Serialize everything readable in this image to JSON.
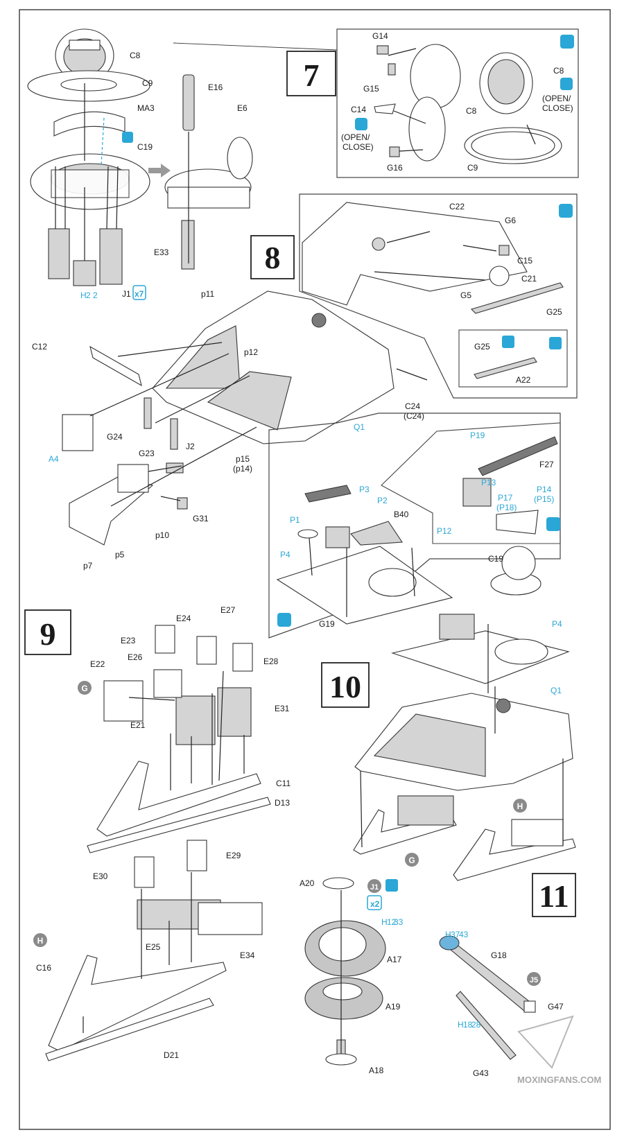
{
  "steps": [
    {
      "number": "7"
    },
    {
      "number": "8"
    },
    {
      "number": "9"
    },
    {
      "number": "10"
    },
    {
      "number": "11"
    }
  ],
  "labels": {
    "s7": {
      "C8": "C8",
      "C9": "C9",
      "MA3": "MA3",
      "C19": "C19",
      "E16": "E16",
      "E6": "E6",
      "E33": "E33",
      "J1": "J1",
      "J1_qty": "x7",
      "H_ref_a": "H",
      "H_ref_b": "2",
      "H_ref_c": "2",
      "G14": "G14",
      "G15": "G15",
      "C14": "C14",
      "open_close_1": "(OPEN/",
      "open_close_2": "CLOSE)",
      "C8b": "C8",
      "C8c": "C8",
      "open_close_3": "(OPEN/",
      "open_close_4": "CLOSE)",
      "G16": "G16",
      "C9b": "C9"
    },
    "s8": {
      "C22": "C22",
      "G6": "G6",
      "C15": "C15",
      "C21": "C21",
      "G5": "G5",
      "G25": "G25",
      "G25b": "G25",
      "A22": "A22",
      "p11": "p11",
      "C12": "C12",
      "p12": "p12",
      "C24": "C24",
      "C24b": "(C24)",
      "Q1": "Q1",
      "G24": "G24",
      "A4": "A4",
      "G23": "G23",
      "J2": "J2",
      "p15": "p15",
      "p14": "(p14)",
      "G31": "G31",
      "p10": "p10",
      "p7": "p7",
      "p5": "p5"
    },
    "s10": {
      "P19": "P19",
      "F27": "F27",
      "P3": "P3",
      "P2": "P2",
      "P13": "P13",
      "P17": "P17",
      "P18": "(P18)",
      "P14": "P14",
      "P15": "(P15)",
      "P1": "P1",
      "B40": "B40",
      "P12": "P12",
      "P4": "P4",
      "G19": "G19",
      "C19": "C19",
      "P4b": "P4",
      "Q1": "Q1",
      "G": "G",
      "H": "H"
    },
    "s9": {
      "G": "G",
      "E24": "E24",
      "E27": "E27",
      "E23": "E23",
      "E28": "E28",
      "E22": "E22",
      "E26": "E26",
      "E31": "E31",
      "E21": "E21",
      "C11": "C11",
      "D13": "D13",
      "E29": "E29",
      "E30": "E30",
      "H": "H",
      "E25": "E25",
      "E34": "E34",
      "C16": "C16",
      "D21": "D21"
    },
    "s11": {
      "A20": "A20",
      "J1": "J1",
      "qty": "x2",
      "H12": "H",
      "H12a": "12",
      "H12b": "33",
      "A17": "A17",
      "A19": "A19",
      "A18": "A18",
      "H37": "H",
      "H37a": "37",
      "H37b": "43",
      "G18": "G18",
      "J5": "J5",
      "G47": "G47",
      "H18": "H",
      "H18a": "18",
      "H18b": "28",
      "G43": "G43"
    }
  },
  "watermark": "MOXINGFANS.COM",
  "icons": [
    "glue-icon",
    "glue-drop-icon",
    "open-close-icon",
    "decal-icon",
    "repeat-icon"
  ]
}
